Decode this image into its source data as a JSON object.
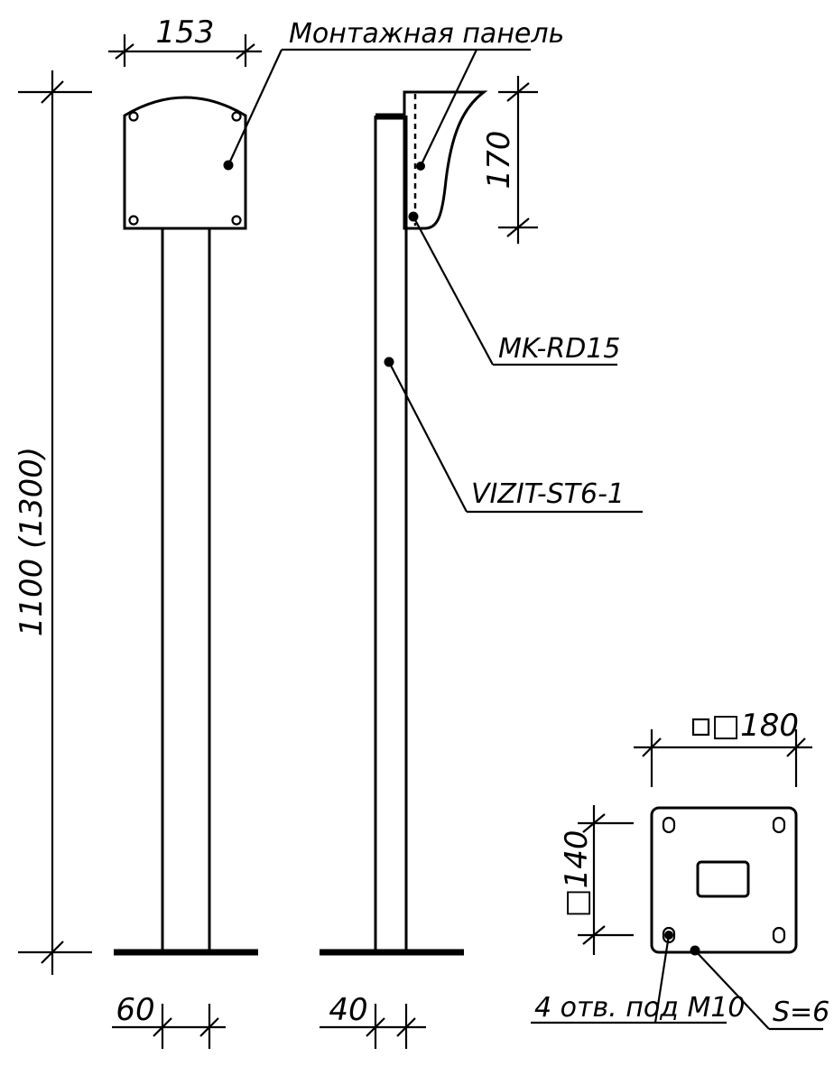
{
  "drawing": {
    "dimensions": {
      "panel_width": "153",
      "height": "1100 (1300)",
      "post_width_front": "60",
      "post_width_side": "40",
      "bracket_height": "170",
      "base_size": "□180",
      "hole_spacing": "□140"
    },
    "labels": {
      "mounting_panel": "Монтажная панель",
      "bracket": "MK-RD15",
      "post": "VIZIT-ST6-1",
      "holes": "4 отв. под М10",
      "thickness": "S=6"
    }
  }
}
